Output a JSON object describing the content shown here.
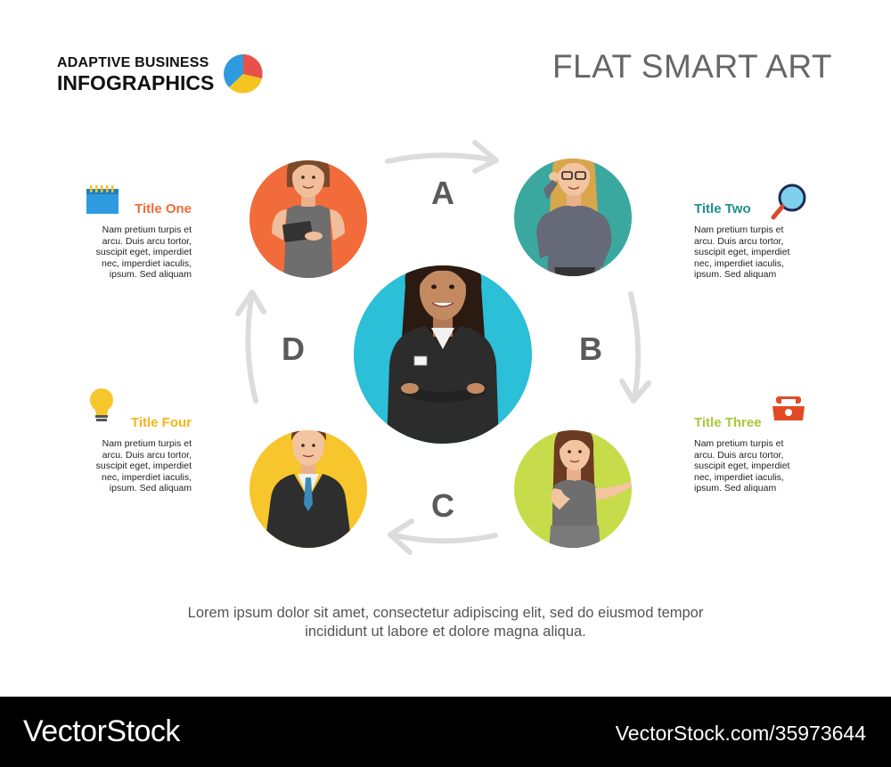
{
  "brand": {
    "line1": "ADAPTIVE BUSINESS",
    "line2": "INFOGRAPHICS"
  },
  "page_title": "FLAT SMART ART",
  "cycle_labels": {
    "a": "A",
    "b": "B",
    "c": "C",
    "d": "D"
  },
  "items": [
    {
      "title": "Title One",
      "icon": "calendar-icon",
      "color": "#f26b3a",
      "circle_color": "#f26b3a",
      "lines": [
        "Nam pretium turpis et",
        "arcu. Duis arcu tortor,",
        "suscipit eget, imperdiet",
        "nec, imperdiet iaculis,",
        "ipsum. Sed aliquam"
      ]
    },
    {
      "title": "Title Two",
      "icon": "magnifier-icon",
      "color": "#1f8f8a",
      "circle_color": "#3aa89f",
      "lines": [
        "Nam pretium turpis et",
        "arcu. Duis arcu tortor,",
        "suscipit eget, imperdiet",
        "nec, imperdiet iaculis,",
        "ipsum. Sed aliquam"
      ]
    },
    {
      "title": "Title Three",
      "icon": "telephone-icon",
      "color": "#a8c93a",
      "circle_color": "#c6dc4a",
      "lines": [
        "Nam pretium turpis et",
        "arcu. Duis arcu tortor,",
        "suscipit eget, imperdiet",
        "nec, imperdiet iaculis,",
        "ipsum. Sed aliquam"
      ]
    },
    {
      "title": "Title Four",
      "icon": "lightbulb-icon",
      "color": "#f2b619",
      "circle_color": "#f7c52c",
      "lines": [
        "Nam pretium turpis et",
        "arcu. Duis arcu tortor,",
        "suscipit eget, imperdiet",
        "nec, imperdiet iaculis,",
        "ipsum. Sed aliquam"
      ]
    }
  ],
  "center_circle_color": "#2bbfd8",
  "caption": {
    "line1": "Lorem ipsum dolor sit amet, consectetur adipiscing elit, sed do eiusmod tempor",
    "line2": "incididunt ut labore et dolore magna aliqua."
  },
  "footer": {
    "left": "VectorStock",
    "right": "VectorStock.com/35973644"
  }
}
